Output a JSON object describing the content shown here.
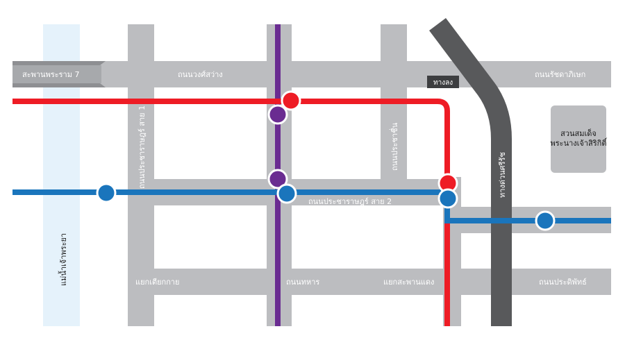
{
  "river": {
    "label": "แม่น้ำเจ้าพระยา",
    "color": "#e5f2fb"
  },
  "roads": {
    "bridge_rama7": "สะพานพระราม 7",
    "wongsawang": "ถนนวงศ์สว่าง",
    "ratchada": "ถนนรัชดาภิเษก",
    "pracharat_sai1": "ถนนประชาราษฎร์ สาย 1",
    "pracharuen": "ถนนประชาชื่น",
    "pracharat_sai2": "ถนนประชาราษฎร์ สาย 2",
    "tiakkai": "แยกเตียกกาย",
    "thahan": "ถนนทหาร",
    "saphan_daeng": "แยกสะพานแดง",
    "pradiphat": "ถนนประดิพัทธ์",
    "expressway": "ทางด่วนศรีรัช",
    "exit_ramp": "ทางลง",
    "road_color": "#bcbdc0",
    "expressway_color": "#58595b"
  },
  "park": {
    "line1": "สวนสมเด็จ",
    "line2": "พระนางเจ้าสิริกิติ์"
  },
  "lines": {
    "purple": "#6a2c91",
    "red": "#ee1c25",
    "blue": "#1a75bc"
  }
}
